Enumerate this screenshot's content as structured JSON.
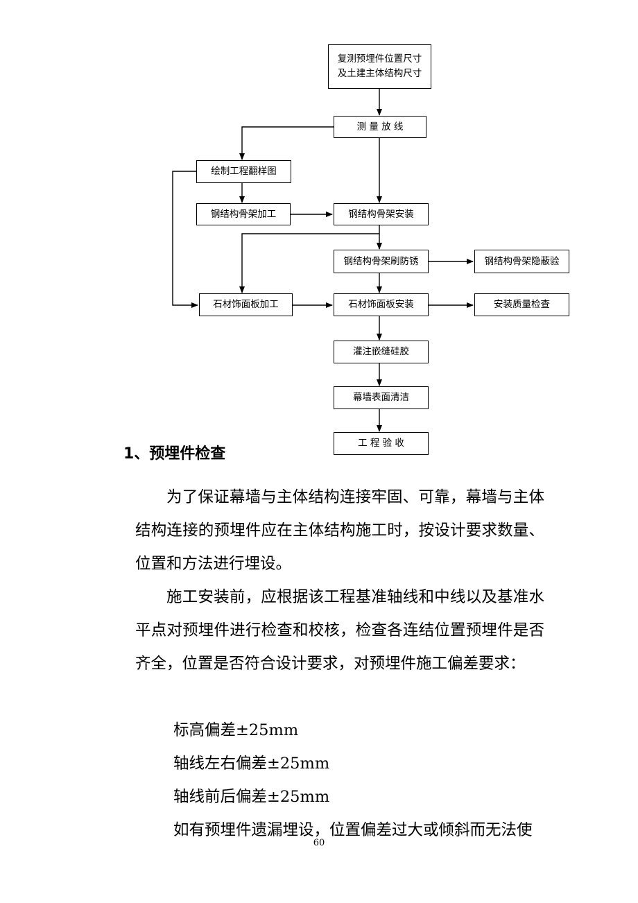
{
  "flowchart": {
    "survey_embed": [
      "复测预埋件位置尺寸",
      "及土建主体结构尺寸"
    ],
    "measure_layout": "测 量 放 线",
    "draw_drawing": "绘制工程翻样图",
    "steel_process": "钢结构骨架加工",
    "steel_install": "钢结构骨架安装",
    "steel_antirust": "钢结构骨架刷防锈",
    "steel_hidden_inspect": "钢结构骨架隐蔽验",
    "stone_process": "石材饰面板加工",
    "stone_install": "石材饰面板安装",
    "install_quality": "安装质量检查",
    "sealant": "灌注嵌缝硅胶",
    "clean": "幕墙表面清洁",
    "acceptance": "工 程 验 收"
  },
  "section": {
    "heading": "1、预埋件检查",
    "para1": "为了保证幕墙与主体结构连接牢固、可靠，幕墙与主体结构连接的预埋件应在主体结构施工时，按设计要求数量、位置和方法进行埋设。",
    "para2": "施工安装前，应根据该工程基准轴线和中线以及基准水平点对预埋件进行检查和校核，检查各连结位置预埋件是否齐全，位置是否符合设计要求，对预埋件施工偏差要求：",
    "tol1": "标高偏差±25mm",
    "tol2": "轴线左右偏差±25mm",
    "tol3": "轴线前后偏差±25mm",
    "para3": "如有预埋件遗漏埋设，位置偏差过大或倾斜而无法使"
  },
  "page_number": "60"
}
